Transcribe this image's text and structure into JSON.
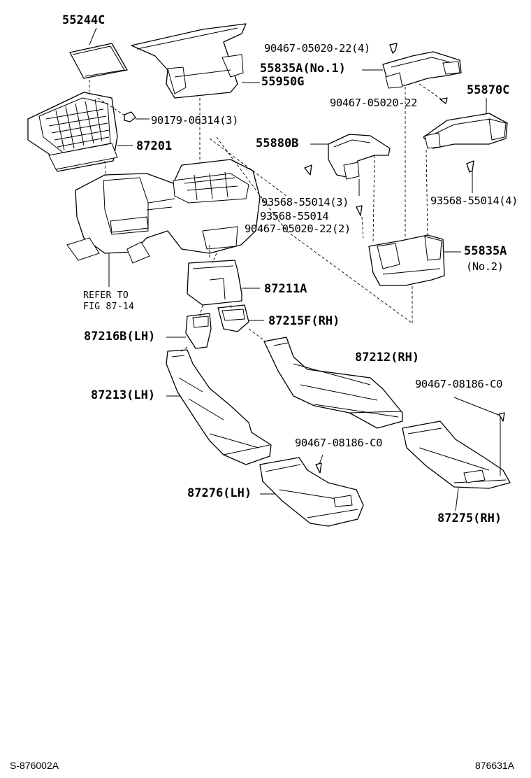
{
  "diagram": {
    "labels": {
      "p55244C": "55244C",
      "p55835A_no1": "55835A(No.1)",
      "p55950G": "55950G",
      "p90467_05020_22_4": "90467-05020-22(4)",
      "p90467_05020_22": "90467-05020-22",
      "p55870C": "55870C",
      "p90179_06314_3": "90179-06314(3)",
      "p87201": "87201",
      "p55880B": "55880B",
      "p93568_55014_3": "93568-55014(3)",
      "p93568_55014": "93568-55014",
      "p93568_55014_4": "93568-55014(4)",
      "p90467_05020_22_2": "90467-05020-22(2)",
      "p55835A_no2": "55835A",
      "p55835A_no2_sub": "(No.2)",
      "refer_line1": "REFER TO",
      "refer_line2": "FIG 87-14",
      "p87211A": "87211A",
      "p87216B_lh": "87216B(LH)",
      "p87215F_rh": "87215F(RH)",
      "p87212_rh": "87212(RH)",
      "p90467_08186_C0_a": "90467-08186-C0",
      "p87213_lh": "87213(LH)",
      "p90467_08186_C0_b": "90467-08186-C0",
      "p87276_lh": "87276(LH)",
      "p87275_rh": "87275(RH)"
    },
    "footer": {
      "left": "S-876002A",
      "right": "876631A"
    }
  }
}
